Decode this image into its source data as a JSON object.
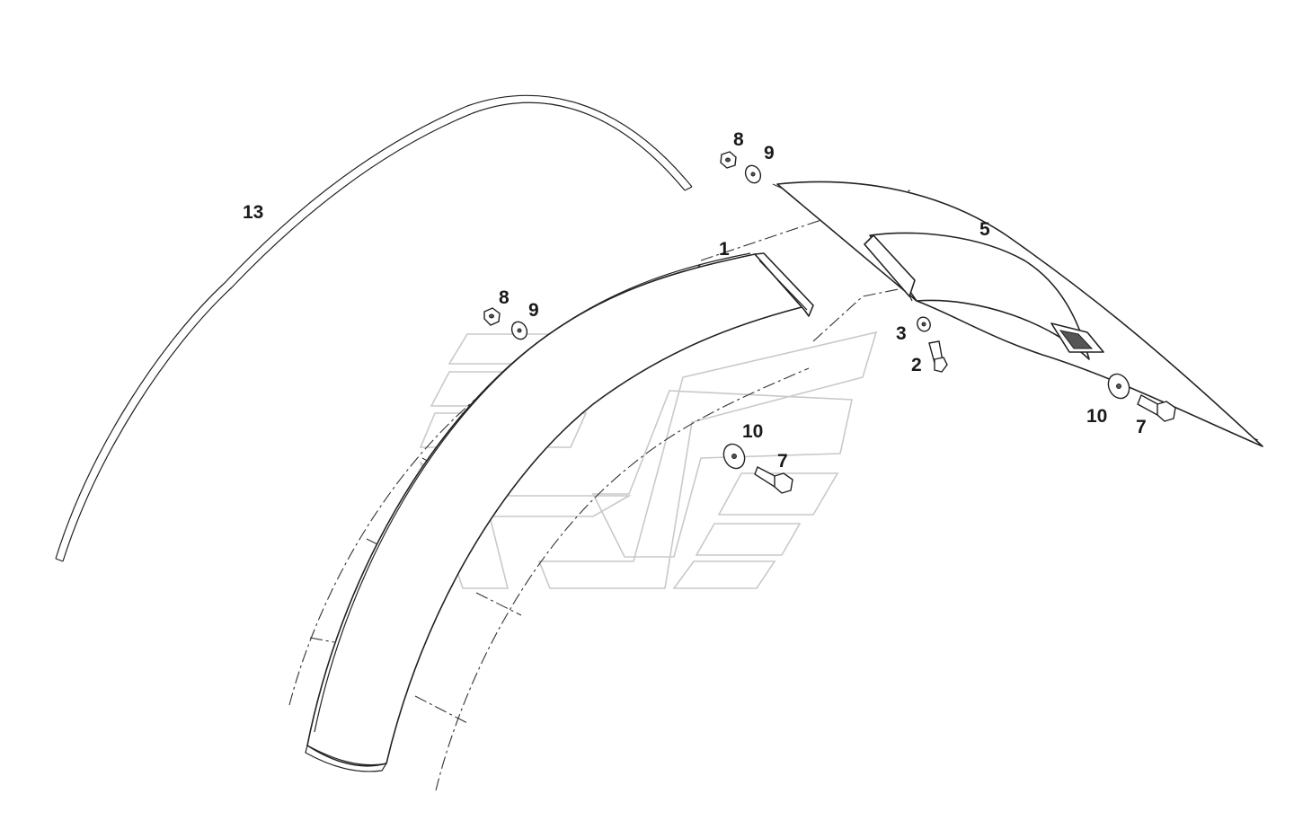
{
  "colors": {
    "line": "#222222",
    "watermark": "#c9c9c9",
    "background": "#ffffff"
  },
  "labels": {
    "part_13": "13",
    "part_1": "1",
    "part_8_left": "8",
    "part_9_left": "9",
    "part_8_right": "8",
    "part_9_right": "9",
    "part_5": "5",
    "part_3": "3",
    "part_2": "2",
    "part_10_center": "10",
    "part_7_center": "7",
    "part_10_right": "10",
    "part_7_right": "7"
  }
}
